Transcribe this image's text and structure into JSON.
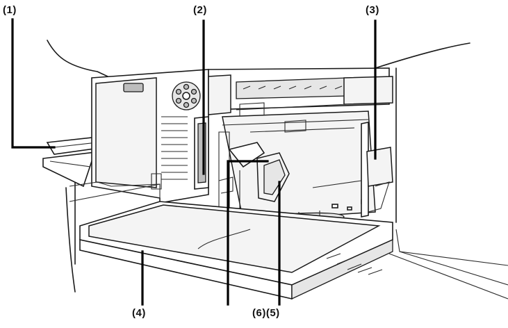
{
  "labels": {
    "l1": "(1)",
    "l2": "(2)",
    "l3": "(3)",
    "l4": "(4)",
    "l65": "(6)(5)"
  }
}
